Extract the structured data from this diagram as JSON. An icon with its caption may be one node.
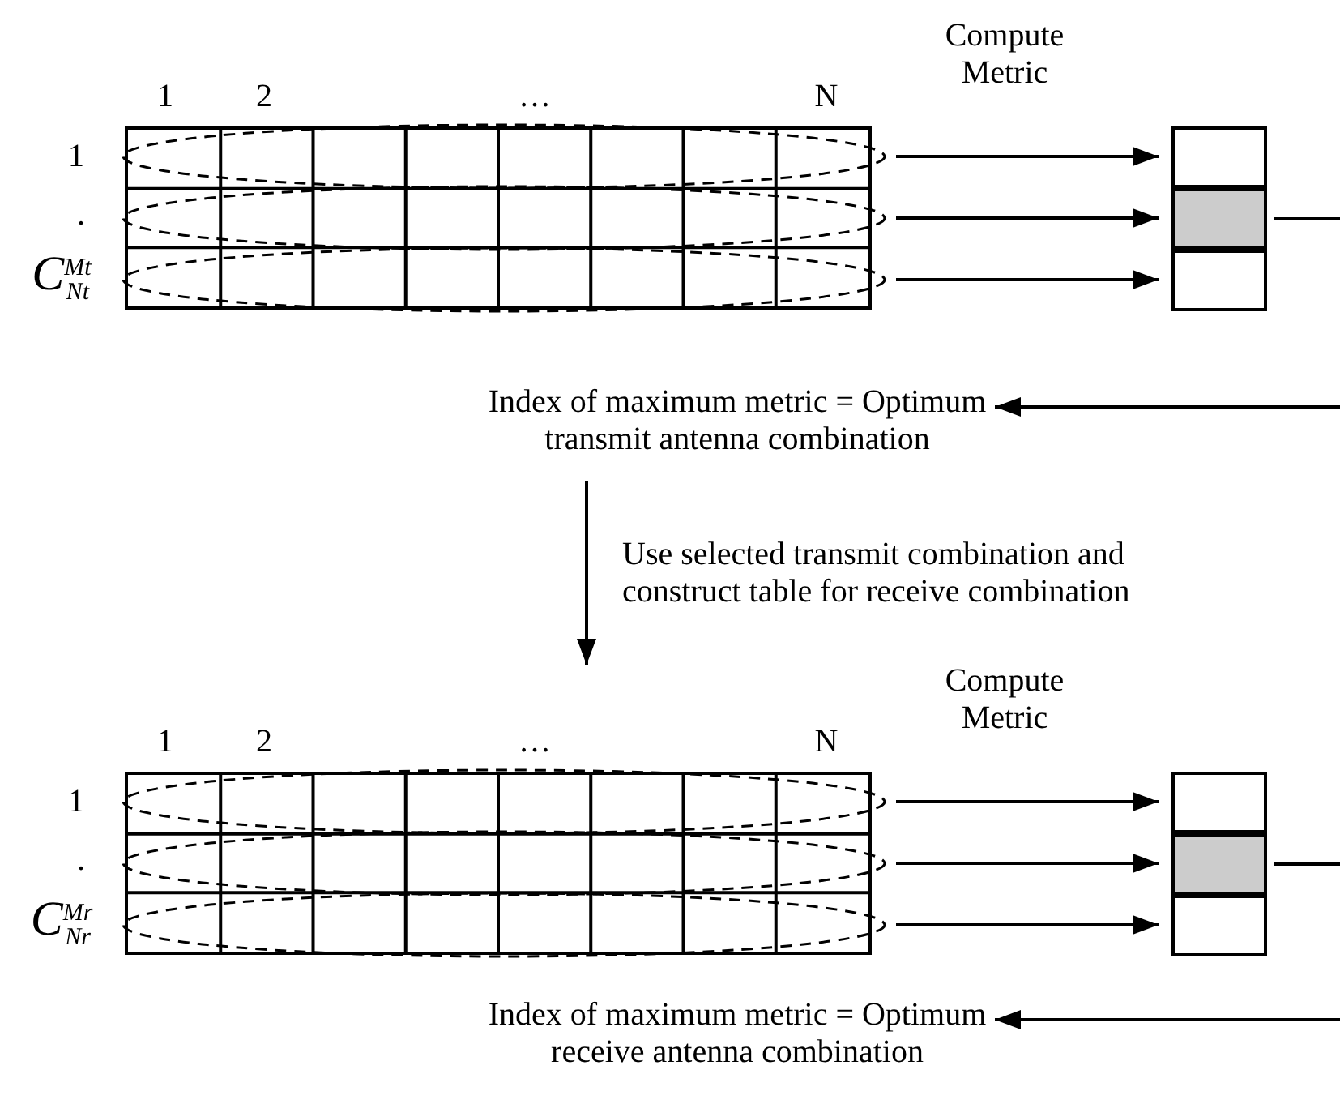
{
  "diagram": {
    "nodes": [
      {
        "text": [],
        "shape": "box"
      },
      {
        "text": [],
        "shape": "ellipse",
        "in": 0
      },
      {
        "text": [],
        "shape": "ellipse",
        "in": 0
      },
      {
        "text": [],
        "shape": "ellipse",
        "in": 0
      },
      {
        "text": [],
        "shape": "box"
      },
      {
        "text": [],
        "shape": "box"
      },
      {
        "text": [],
        "shape": "box"
      },
      {
        "text": [
          "Index of maximum metric = Optimum transmit antenna combination"
        ]
      },
      {
        "text": [],
        "shape": "box"
      },
      {
        "text": [],
        "shape": "ellipse",
        "in": 8
      },
      {
        "text": [],
        "shape": "ellipse",
        "in": 8
      },
      {
        "text": [],
        "shape": "ellipse",
        "in": 8
      },
      {
        "text": [],
        "shape": "box"
      },
      {
        "text": [],
        "shape": "box"
      },
      {
        "text": [],
        "shape": "box"
      },
      {
        "text": [
          "Index of maximum metric = Optimum receive antenna combination"
        ]
      }
    ],
    "edges": [
      {
        "from": 1,
        "to": 4,
        "arrow": "to"
      },
      {
        "from": 2,
        "to": 5,
        "arrow": "to"
      },
      {
        "from": 3,
        "to": 6,
        "arrow": "to"
      },
      {
        "from": 5,
        "to": null,
        "arrow": "none"
      },
      {
        "from": null,
        "to": 7,
        "arrow": "to"
      },
      {
        "from": 7,
        "to": 8,
        "arrow": "to",
        "label": "Use selected transmit combination and construct table for receive combination"
      },
      {
        "from": 9,
        "to": 12,
        "arrow": "to"
      },
      {
        "from": 10,
        "to": 13,
        "arrow": "to"
      },
      {
        "from": 11,
        "to": 14,
        "arrow": "to"
      },
      {
        "from": 13,
        "to": null,
        "arrow": "none"
      },
      {
        "from": null,
        "to": 15,
        "arrow": "to"
      }
    ],
    "labels": [
      "Compute Metric",
      "1",
      "2",
      "…",
      "N",
      "1",
      ".",
      "C$^{Mt}$$_{Nt}$",
      "Compute Metric",
      "1",
      "2",
      "…",
      "N",
      "1",
      ".",
      "C$^{Mr}$$_{Nr}$"
    ]
  }
}
